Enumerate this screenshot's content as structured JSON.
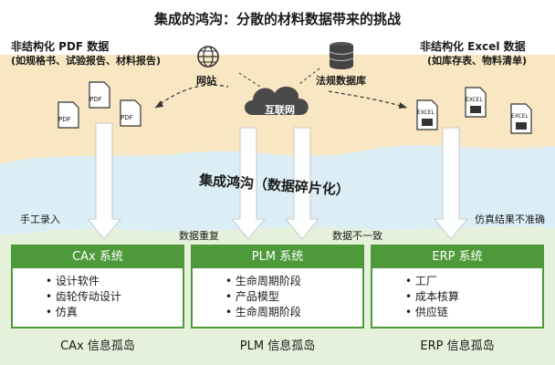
{
  "title": "集成的鸿沟：分散的材料数据带来的挑战",
  "left_source": {
    "heading": "非结构化 PDF 数据",
    "sub": "(如规格书、试验报告、材料报告)",
    "doc_label": "PDF"
  },
  "right_source": {
    "heading": "非结构化 Excel 数据",
    "sub": "(如库存表、物料清单)",
    "doc_label": "EXCEL"
  },
  "center": {
    "globe_label": "网站",
    "db_label": "法规数据库",
    "cloud_label": "互联网"
  },
  "gap_label": "集成鸿沟（数据碎片化）",
  "arrow_labels": {
    "manual": "手工录入",
    "duplicate": "数据重复",
    "inconsistent": "数据不一致",
    "inaccurate": "仿真结果不准确"
  },
  "panels": [
    {
      "header": "CAx 系统",
      "items": [
        "设计软件",
        "齿轮传动设计",
        "仿真"
      ],
      "island": "CAx 信息孤岛"
    },
    {
      "header": "PLM 系统",
      "items": [
        "生命周期阶段",
        "产品模型",
        "生命周期阶段"
      ],
      "island": "PLM 信息孤岛"
    },
    {
      "header": "ERP 系统",
      "items": [
        "工厂",
        "成本核算",
        "供应链"
      ],
      "island": "ERP 信息孤岛"
    }
  ],
  "colors": {
    "sand": "#f8e7c2",
    "water": "#dbeef6",
    "land": "#e2efd6",
    "green": "#4e9a3a"
  }
}
